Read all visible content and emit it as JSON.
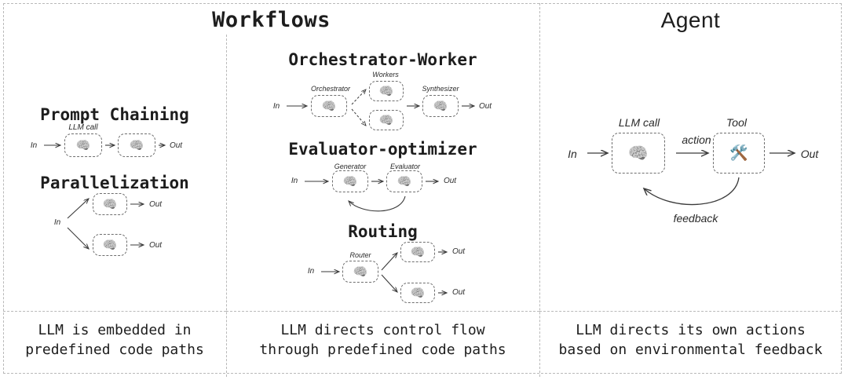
{
  "panels": {
    "workflows_title": "Workflows",
    "agent_title": "Agent"
  },
  "captions": {
    "workflows_left": "LLM is embedded in\npredefined code paths",
    "workflows_right": "LLM directs control flow\nthrough predefined code paths",
    "agent": "LLM directs its own actions\nbased on environmental feedback"
  },
  "labels": {
    "in": "In",
    "out": "Out",
    "llm_call": "LLM call",
    "orchestrator": "Orchestrator",
    "workers": "Workers",
    "synthesizer": "Synthesizer",
    "generator": "Generator",
    "evaluator": "Evaluator",
    "router": "Router",
    "tool": "Tool",
    "action": "action",
    "feedback": "feedback"
  },
  "sections": {
    "prompt_chaining": "Prompt Chaining",
    "parallelization": "Parallelization",
    "orchestrator_worker": "Orchestrator-Worker",
    "evaluator_optimizer": "Evaluator-optimizer",
    "routing": "Routing"
  },
  "icons": {
    "brain": "🧠",
    "tool": "🛠️"
  },
  "colors": {
    "border": "#b9b9b9",
    "node_border": "#6f6f6f",
    "text": "#1d1d1d",
    "wire": "#3a3a3a",
    "background": "#ffffff"
  }
}
